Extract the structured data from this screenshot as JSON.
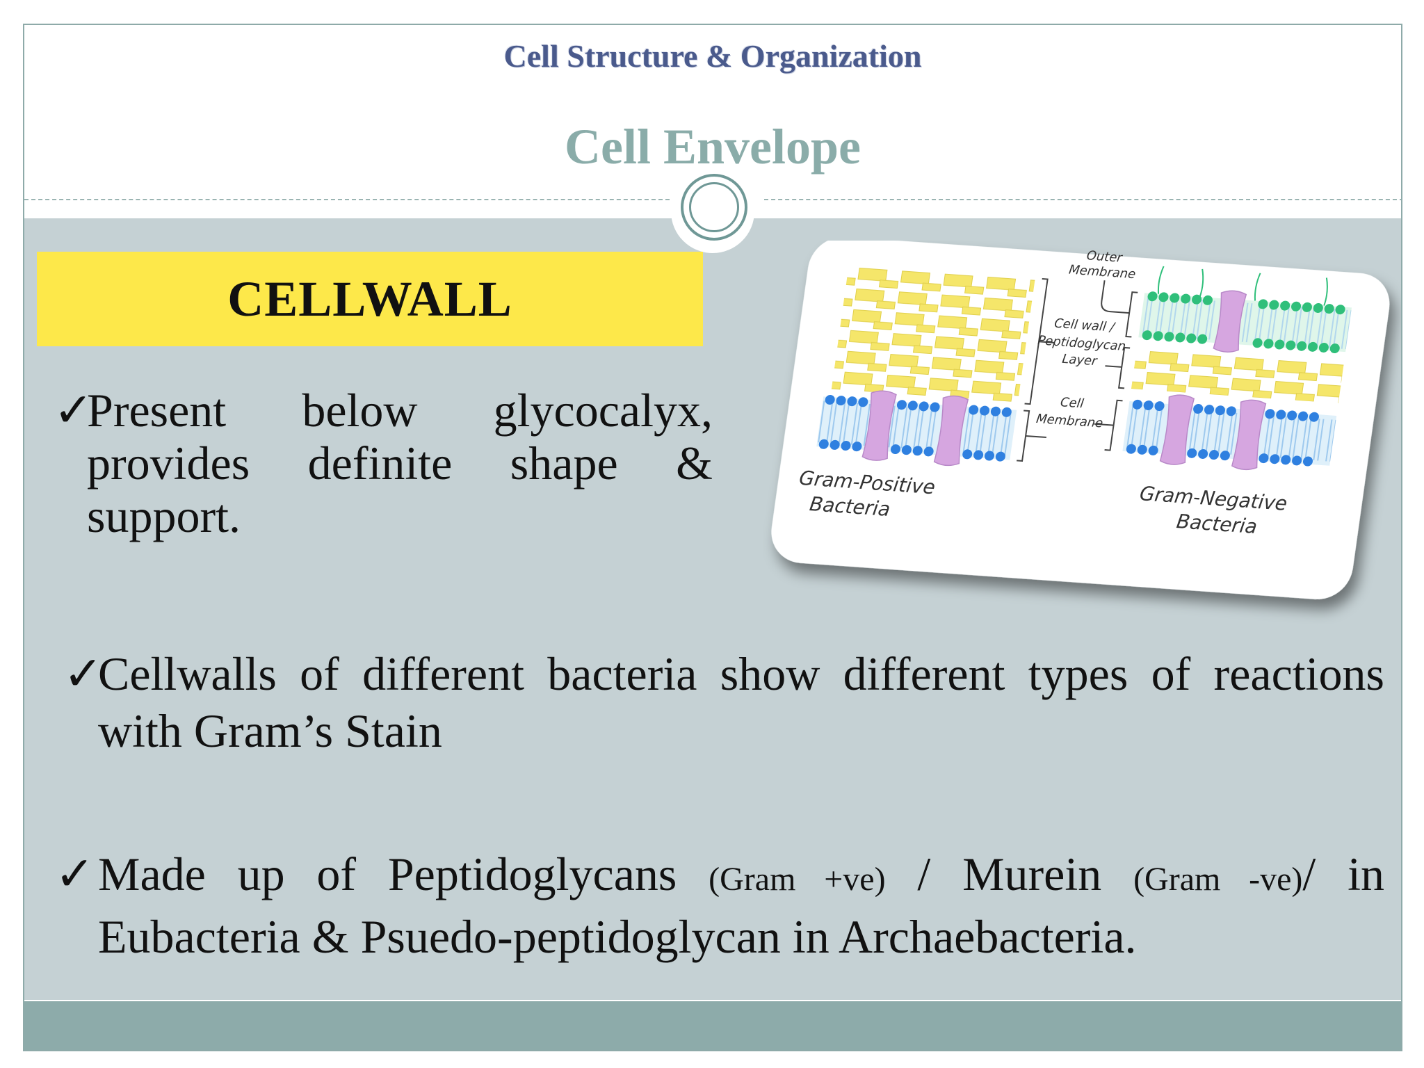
{
  "header": {
    "subject": "Cell Structure & Organization",
    "title": "Cell Envelope"
  },
  "banner": {
    "label": "CELLWALL"
  },
  "points": [
    {
      "mark": "✓",
      "text": "Present below glycocalyx, provides definite shape & support."
    },
    {
      "mark": "✓",
      "text": "Cellwalls of different bacteria show different types of reactions with Gram’s Stain"
    },
    {
      "mark": "✓",
      "text_a": "Made up of Peptidoglycans ",
      "note_a": "(Gram +ve)",
      "text_b": " / Murein ",
      "note_b": "(Gram -ve)",
      "text_c": "/ in Eubacteria & Psuedo-peptidoglycan in Archaebacteria."
    }
  ],
  "diagram": {
    "labels": {
      "outer_membrane_1": "Outer",
      "outer_membrane_2": "Membrane",
      "cell_wall_1": "Cell wall /",
      "cell_wall_2": "Peptidoglycan",
      "cell_wall_3": "Layer",
      "cell_membrane_1": "Cell",
      "cell_membrane_2": "Membrane",
      "gram_positive_1": "Gram-Positive",
      "gram_positive_2": "Bacteria",
      "gram_negative_1": "Gram-Negative",
      "gram_negative_2": "Bacteria"
    }
  },
  "colors": {
    "title": "#8aaca9",
    "subject": "#4a5a8c",
    "body_bg": "#c5d1d4",
    "footer": "#8dabaa",
    "banner": "#fde84a",
    "peptidoglycan": "#f5e66a",
    "lipid_head_blue": "#2f80e0",
    "lipid_head_green": "#2fbf7a",
    "protein": "#d6a6e0"
  }
}
